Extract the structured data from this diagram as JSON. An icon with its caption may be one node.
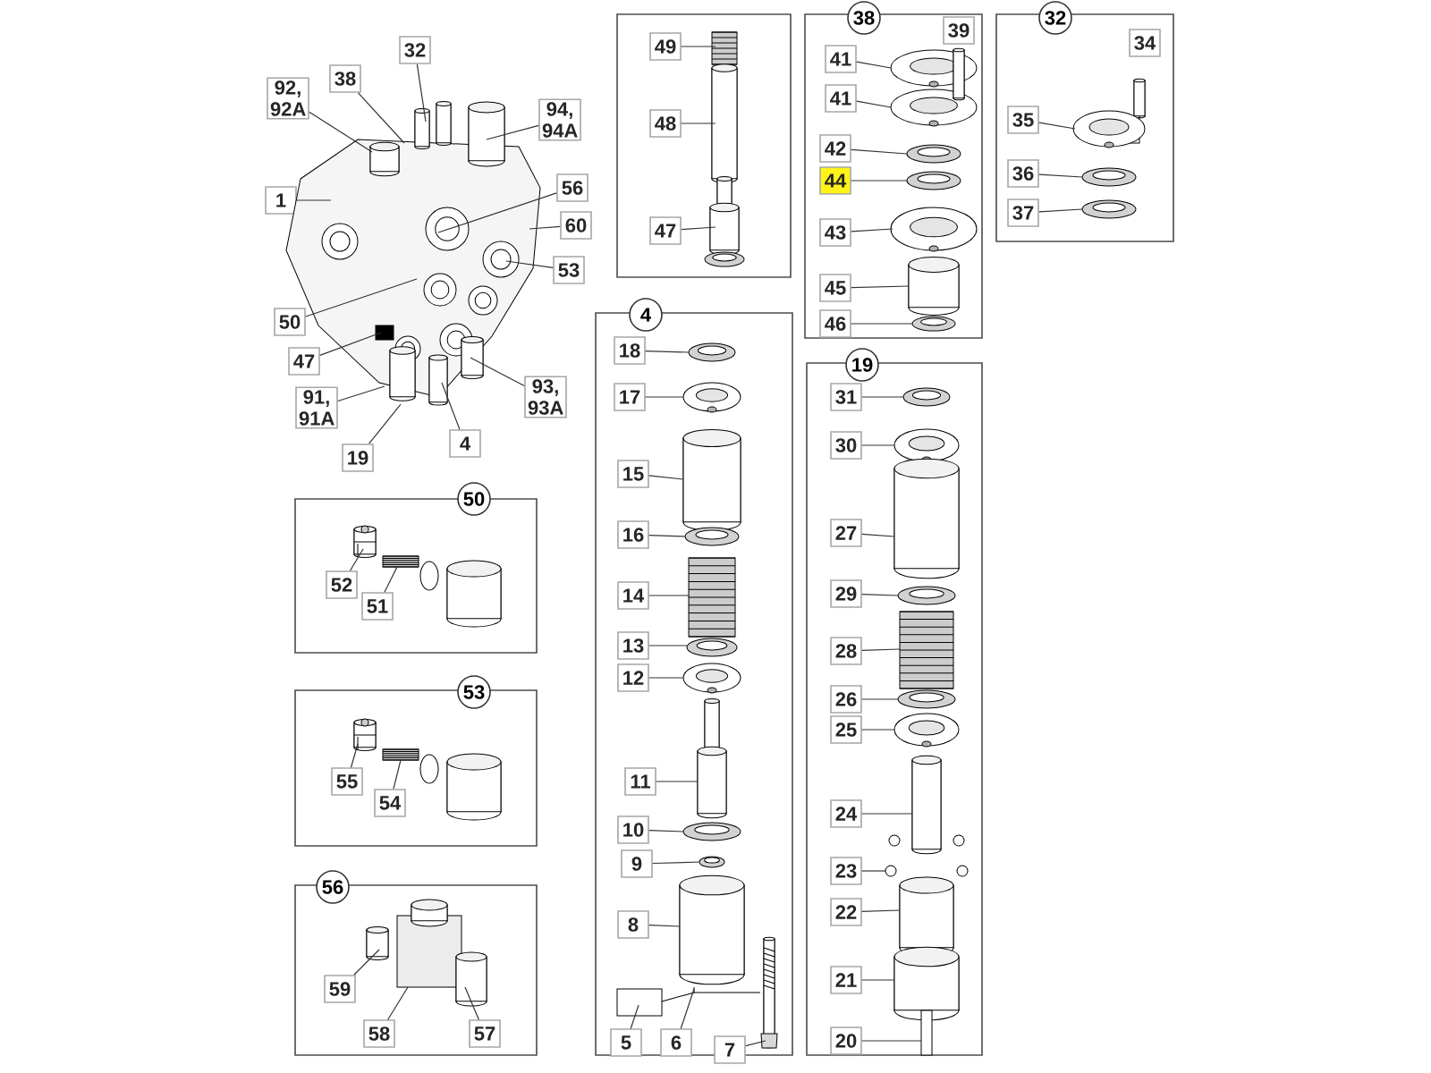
{
  "diagram": {
    "nodes": [
      {
        "text": [
          "32"
        ]
      },
      {
        "text": [
          "38"
        ]
      },
      {
        "text": [
          "92, 92A"
        ]
      },
      {
        "text": [
          "94, 94A"
        ]
      },
      {
        "text": [
          "1"
        ]
      },
      {
        "text": [
          "56"
        ]
      },
      {
        "text": [
          "60"
        ]
      },
      {
        "text": [
          "53"
        ]
      },
      {
        "text": [
          "50"
        ]
      },
      {
        "text": [
          "47"
        ]
      },
      {
        "text": [
          "91, 91A"
        ]
      },
      {
        "text": [
          "93, 93A"
        ]
      },
      {
        "text": [
          "19"
        ]
      },
      {
        "text": [
          "4"
        ]
      },
      {
        "text": [],
        "shape": "box"
      },
      {
        "text": [
          "49"
        ],
        "in": 14
      },
      {
        "text": [
          "48"
        ],
        "in": 14
      },
      {
        "text": [
          "47"
        ],
        "in": 14
      },
      {
        "text": [
          "38"
        ]
      },
      {
        "text": [
          "39"
        ],
        "in": 18
      },
      {
        "text": [
          "41"
        ],
        "in": 18
      },
      {
        "text": [
          "41"
        ],
        "in": 18
      },
      {
        "text": [
          "42"
        ],
        "in": 18
      },
      {
        "text": [
          "44"
        ],
        "in": 18
      },
      {
        "text": [
          "43"
        ],
        "in": 18
      },
      {
        "text": [
          "45"
        ],
        "in": 18
      },
      {
        "text": [
          "46"
        ],
        "in": 18
      },
      {
        "text": [
          "32"
        ]
      },
      {
        "text": [
          "34"
        ],
        "in": 27
      },
      {
        "text": [
          "35"
        ],
        "in": 27
      },
      {
        "text": [
          "36"
        ],
        "in": 27
      },
      {
        "text": [
          "37"
        ],
        "in": 27
      },
      {
        "text": [
          "4"
        ]
      },
      {
        "text": [
          "18"
        ],
        "in": 32
      },
      {
        "text": [
          "17"
        ],
        "in": 32
      },
      {
        "text": [
          "15"
        ],
        "in": 32
      },
      {
        "text": [
          "16"
        ],
        "in": 32
      },
      {
        "text": [
          "14"
        ],
        "in": 32
      },
      {
        "text": [
          "13"
        ],
        "in": 32
      },
      {
        "text": [
          "12"
        ],
        "in": 32
      },
      {
        "text": [
          "11"
        ],
        "in": 32
      },
      {
        "text": [
          "10"
        ],
        "in": 32
      },
      {
        "text": [
          "9"
        ],
        "in": 32
      },
      {
        "text": [
          "8"
        ],
        "in": 32
      },
      {
        "text": [
          "5"
        ],
        "in": 32
      },
      {
        "text": [
          "6"
        ],
        "in": 32
      },
      {
        "text": [
          "7"
        ],
        "in": 32
      },
      {
        "text": [
          "19"
        ]
      },
      {
        "text": [
          "31"
        ],
        "in": 47
      },
      {
        "text": [
          "30"
        ],
        "in": 47
      },
      {
        "text": [
          "27"
        ],
        "in": 47
      },
      {
        "text": [
          "29"
        ],
        "in": 47
      },
      {
        "text": [
          "28"
        ],
        "in": 47
      },
      {
        "text": [
          "26"
        ],
        "in": 47
      },
      {
        "text": [
          "25"
        ],
        "in": 47
      },
      {
        "text": [
          "24"
        ],
        "in": 47
      },
      {
        "text": [
          "23"
        ],
        "in": 47
      },
      {
        "text": [
          "22"
        ],
        "in": 47
      },
      {
        "text": [
          "21"
        ],
        "in": 47
      },
      {
        "text": [
          "20"
        ],
        "in": 47
      },
      {
        "text": [
          "50"
        ]
      },
      {
        "text": [
          "52"
        ],
        "in": 60
      },
      {
        "text": [
          "51"
        ],
        "in": 60
      },
      {
        "text": [
          "53"
        ]
      },
      {
        "text": [
          "55"
        ],
        "in": 63
      },
      {
        "text": [
          "54"
        ],
        "in": 63
      },
      {
        "text": [
          "56"
        ]
      },
      {
        "text": [
          "59"
        ],
        "in": 66
      },
      {
        "text": [
          "58"
        ],
        "in": 66
      },
      {
        "text": [
          "57"
        ],
        "in": 66
      },
      {
        "text": [],
        "shape": "picture"
      },
      {
        "text": [],
        "shape": "picture",
        "in": 14
      },
      {
        "text": [],
        "shape": "picture",
        "in": 18
      },
      {
        "text": [],
        "shape": "picture",
        "in": 27
      },
      {
        "text": [],
        "shape": "picture",
        "in": 32
      },
      {
        "text": [],
        "shape": "picture",
        "in": 47
      },
      {
        "text": [],
        "shape": "picture",
        "in": 60
      },
      {
        "text": [],
        "shape": "picture",
        "in": 63
      },
      {
        "text": [],
        "shape": "picture",
        "in": 66
      },
      {
        "text": [],
        "shape": "picture",
        "in": 32
      },
      {
        "text": [],
        "shape": "picture",
        "in": 32
      },
      {
        "text": [],
        "shape": "picture",
        "in": 60
      },
      {
        "text": [],
        "shape": "picture",
        "in": 63
      }
    ],
    "edges": [
      {
        "from": 0,
        "to": 70,
        "arrow": "none"
      },
      {
        "from": 1,
        "to": 70,
        "arrow": "none"
      },
      {
        "from": 2,
        "to": 70,
        "arrow": "none"
      },
      {
        "from": 3,
        "to": 70,
        "arrow": "none"
      },
      {
        "from": 4,
        "to": 70,
        "arrow": "none"
      },
      {
        "from": 5,
        "to": 70,
        "arrow": "none"
      },
      {
        "from": 6,
        "to": 70,
        "arrow": "none"
      },
      {
        "from": 7,
        "to": 70,
        "arrow": "none"
      },
      {
        "from": 8,
        "to": 70,
        "arrow": "none"
      },
      {
        "from": 9,
        "to": 70,
        "arrow": "none"
      },
      {
        "from": 10,
        "to": 70,
        "arrow": "none"
      },
      {
        "from": 11,
        "to": 70,
        "arrow": "none"
      },
      {
        "from": 12,
        "to": 70,
        "arrow": "none"
      },
      {
        "from": 13,
        "to": 70,
        "arrow": "none"
      },
      {
        "from": 15,
        "to": 71,
        "arrow": "none"
      },
      {
        "from": 16,
        "to": 71,
        "arrow": "none"
      },
      {
        "from": 17,
        "to": 71,
        "arrow": "none"
      },
      {
        "from": 20,
        "to": 72,
        "arrow": "none"
      },
      {
        "from": 21,
        "to": 72,
        "arrow": "none"
      },
      {
        "from": 22,
        "to": 72,
        "arrow": "none"
      },
      {
        "from": 23,
        "to": 72,
        "arrow": "none"
      },
      {
        "from": 24,
        "to": 72,
        "arrow": "none"
      },
      {
        "from": 25,
        "to": 72,
        "arrow": "none"
      },
      {
        "from": 26,
        "to": 72,
        "arrow": "none"
      },
      {
        "from": 29,
        "to": 73,
        "arrow": "none"
      },
      {
        "from": 30,
        "to": 73,
        "arrow": "none"
      },
      {
        "from": 31,
        "to": 73,
        "arrow": "none"
      },
      {
        "from": 33,
        "to": 74,
        "arrow": "none"
      },
      {
        "from": 34,
        "to": 74,
        "arrow": "none"
      },
      {
        "from": 35,
        "to": 74,
        "arrow": "none"
      },
      {
        "from": 36,
        "to": 74,
        "arrow": "none"
      },
      {
        "from": 37,
        "to": 74,
        "arrow": "none"
      },
      {
        "from": 38,
        "to": 74,
        "arrow": "none"
      },
      {
        "from": 39,
        "to": 74,
        "arrow": "none"
      },
      {
        "from": 40,
        "to": 74,
        "arrow": "none"
      },
      {
        "from": 41,
        "to": 74,
        "arrow": "none"
      },
      {
        "from": 42,
        "to": 74,
        "arrow": "none"
      },
      {
        "from": 43,
        "to": 74,
        "arrow": "none"
      },
      {
        "from": 44,
        "to": 79,
        "arrow": "none"
      },
      {
        "from": 45,
        "to": 79,
        "arrow": "none"
      },
      {
        "from": 46,
        "to": 80,
        "arrow": "none"
      },
      {
        "from": 48,
        "to": 75,
        "arrow": "none"
      },
      {
        "from": 49,
        "to": 75,
        "arrow": "none"
      },
      {
        "from": 50,
        "to": 75,
        "arrow": "none"
      },
      {
        "from": 51,
        "to": 75,
        "arrow": "none"
      },
      {
        "from": 52,
        "to": 75,
        "arrow": "none"
      },
      {
        "from": 53,
        "to": 75,
        "arrow": "none"
      },
      {
        "from": 54,
        "to": 75,
        "arrow": "none"
      },
      {
        "from": 55,
        "to": 75,
        "arrow": "none"
      },
      {
        "from": 56,
        "to": 75,
        "arrow": "none"
      },
      {
        "from": 57,
        "to": 75,
        "arrow": "none"
      },
      {
        "from": 58,
        "to": 75,
        "arrow": "none"
      },
      {
        "from": 59,
        "to": 75,
        "arrow": "none"
      },
      {
        "from": 61,
        "to": 76,
        "arrow": "none"
      },
      {
        "from": 62,
        "to": 81,
        "arrow": "none"
      },
      {
        "from": 64,
        "to": 77,
        "arrow": "none"
      },
      {
        "from": 65,
        "to": 82,
        "arrow": "none"
      },
      {
        "from": 67,
        "to": 78,
        "arrow": "none"
      },
      {
        "from": 68,
        "to": 78,
        "arrow": "none"
      },
      {
        "from": 69,
        "to": 78,
        "arrow": "none"
      }
    ]
  }
}
